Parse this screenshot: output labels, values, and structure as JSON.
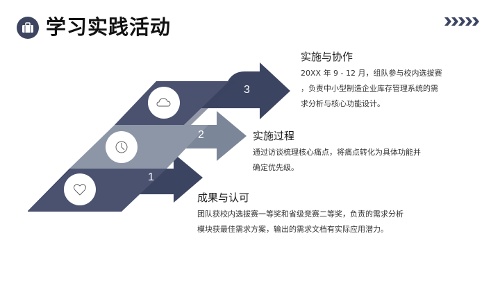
{
  "header": {
    "title": "学习实践活动",
    "icon": "briefcase-icon",
    "decoration": "chevrons-right-icon"
  },
  "colors": {
    "navy": "#3b4461",
    "navy_light": "#4a5270",
    "gray": "#7b8699",
    "gray_light": "#8c96a7",
    "white": "#ffffff"
  },
  "steps": [
    {
      "number": "1",
      "icon": "heart-icon",
      "title": "成果与认可",
      "description_lines": [
        "团队获校内选拔赛一等奖和省级竞赛二等奖，负责的需求分析",
        "模块获最佳需求方案，输出的需求文档有实际应用潜力。"
      ]
    },
    {
      "number": "2",
      "icon": "clock-icon",
      "title": "实施过程",
      "description_lines": [
        "通过访谈梳理核心痛点，将痛点转化为具体功能并",
        "确定优先级。"
      ]
    },
    {
      "number": "3",
      "icon": "cloud-icon",
      "title": "实施与协作",
      "description_lines": [
        "20XX 年 9 - 12 月，组队参与校内选拔赛",
        "，负责中小型制造企业库存管理系统的需",
        "求分析与核心功能设计。"
      ]
    }
  ]
}
